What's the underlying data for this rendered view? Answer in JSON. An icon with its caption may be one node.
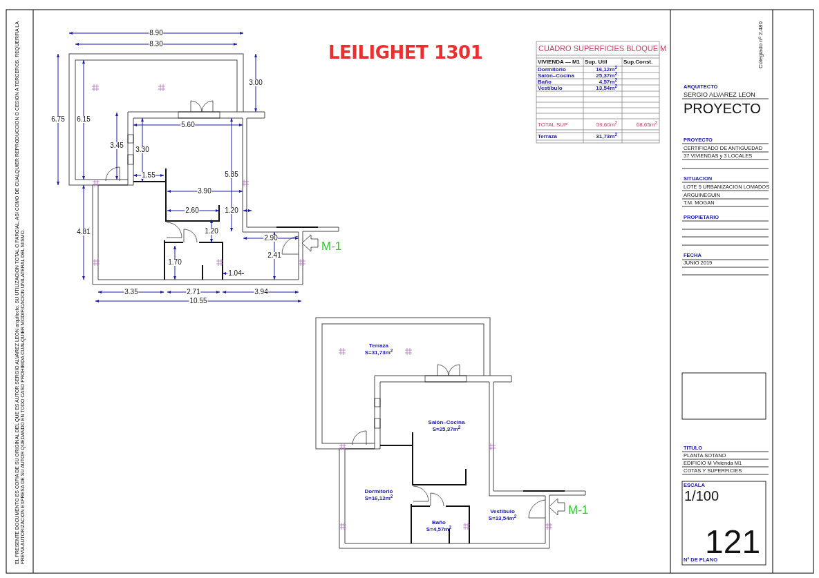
{
  "diagram": {
    "title": "LEILIGHET 1301",
    "labels": [
      "8.90",
      "8.30",
      "3.00",
      "6.75",
      "6.15",
      "5.60",
      "3.45",
      "3.30",
      "1.55",
      "5.85",
      "3.90",
      "2.60",
      "1.20",
      "4.81",
      "1.20",
      "2.90",
      "M-1",
      "2.41",
      "1.70",
      "1.04",
      "3.35",
      "2.71",
      "3.94",
      "10.55",
      "CUADRO SUPERFICIES BLOQUE M",
      "VIVIENDA — M1",
      "Sup. Util",
      "Sup.Const.",
      "Dormitorio",
      "16,12m$^{2}$",
      "Salón–Cocina",
      "25,37m$^{2}$",
      "Baño",
      "4,57m$^{2}$",
      "Vestíbulo",
      "13,54m$^{2}$",
      "TOTAL SUP",
      "59,60m$^{2}$",
      "68,65m$^{2}$",
      "Terraza",
      "31,73m$^{2}$",
      "Colegiado nº 2.480",
      "ARQUITECTO",
      "SERGIO ALVAREZ LEON",
      "PROYECTO",
      "PROYECTO",
      "CERTIFICADO DE ANTIGUEDAD",
      "37 VIVIENDAS y 3 LOCALES",
      "SITUACION",
      "LOTE 5 URBANIZACION LOMADOS",
      "ARGUINEGUIN",
      "T.M. MOGAN",
      "PROPIETARIO",
      "FECHA",
      "JUNIO 2019",
      "TITULO",
      "PLANTA SOTANO",
      "EDIFICIO M Vivienda M1",
      "COTAS Y SUPERFICIES",
      "ESCALA",
      "1/100",
      "121",
      "Nº DE PLANO",
      "Terraza",
      "S=31,73m$^{2}$",
      "Salón–Cocina",
      "S=25,37m$^{2}$",
      "Dormitorio",
      "S=16,12m$^{2}$",
      "Baño",
      "S=4,57m$^{2}$",
      "Vestíbulo",
      "S=13,54m$^{2}$",
      "M-1",
      "EL PRESENTE DOCUMENTO ES COPIA DE SU ORIGINAL DEL QUE ES AUTOR SERGIO ALVAREZ LEON arquitecto. SU UTILIZACION TOTAL O PARCIAL, ASI COMO DE CUALQUIER REPRODUCCION O CESION A TERCEROS, REQUERIRA LA PREVIA AUTORIZACION EXPRESA DE SU AUTOR QUEDANDO EN TODO CASO PROHIBIDA CUALQUIER MODIFICACION UNILATERAL DEL MISMO."
    ]
  }
}
